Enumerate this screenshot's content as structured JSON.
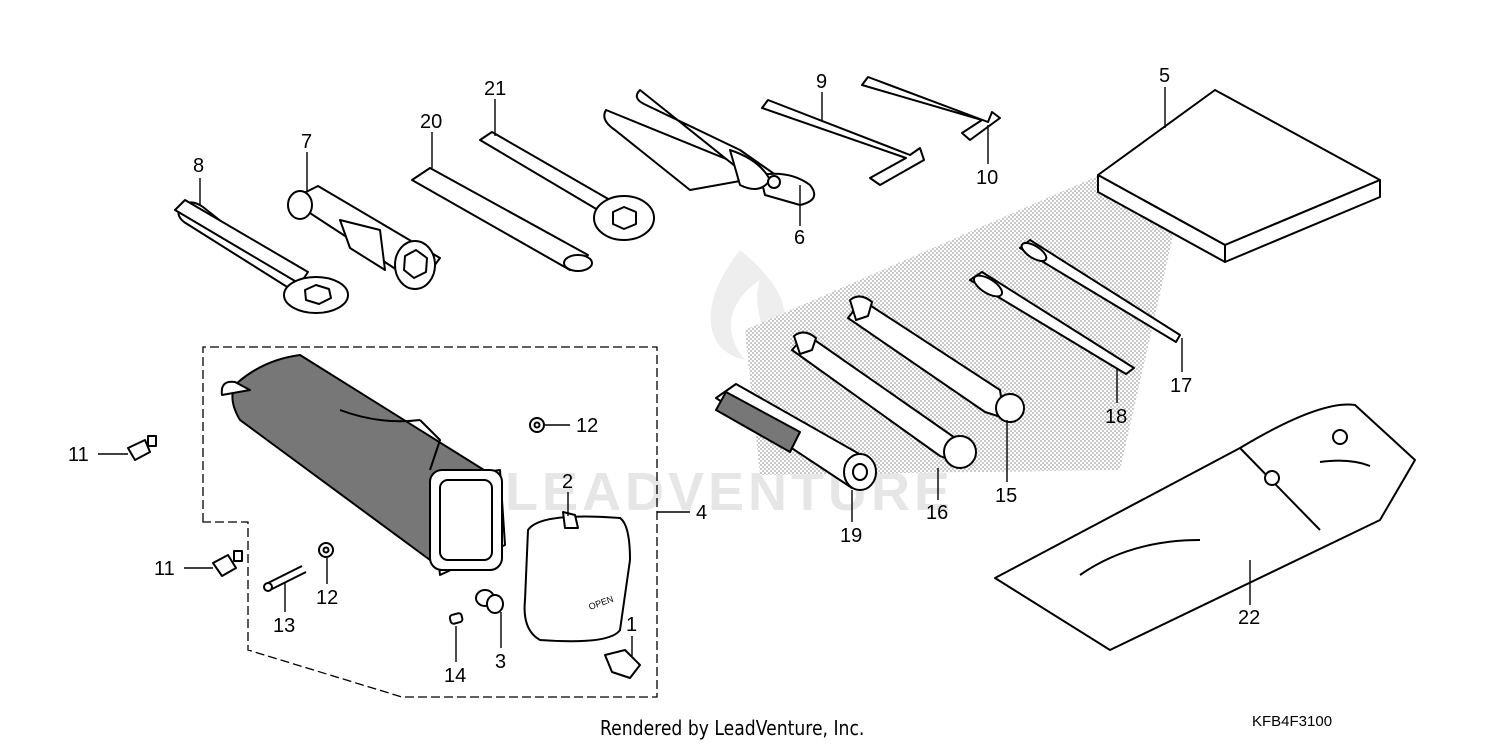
{
  "diagram": {
    "callouts": {
      "c1": "1",
      "c2": "2",
      "c3": "3",
      "c4": "4",
      "c5": "5",
      "c6": "6",
      "c7": "7",
      "c8": "8",
      "c9": "9",
      "c10": "10",
      "c11a": "11",
      "c11b": "11",
      "c12a": "12",
      "c12b": "12",
      "c13": "13",
      "c14": "14",
      "c15": "15",
      "c16": "16",
      "c17": "17",
      "c18": "18",
      "c19": "19",
      "c20": "20",
      "c21": "21",
      "c22": "22"
    },
    "watermark": "LEADVENTURE",
    "lid_text": "OPEN",
    "footer_text": "Rendered by LeadVenture, Inc.",
    "diagram_code": "KFB4F3100"
  }
}
